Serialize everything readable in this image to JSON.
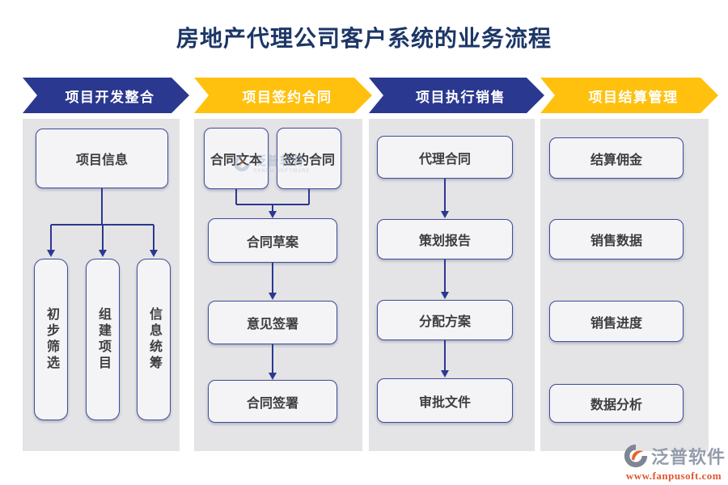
{
  "title": "房地产代理公司客户系统的业务流程",
  "colors": {
    "title": "#1c3667",
    "banner_navy": "#2b3890",
    "banner_gold": "#ffc10e",
    "panel_gray": "#e4e4e6",
    "node_fill": "#f4f4f6",
    "node_border": "#3f4c9c",
    "node_text": "#3d3d40",
    "arrow": "#2b3890",
    "logo_gray": "#949cab",
    "logo_orange": "#e8622c",
    "url_red": "#e2552f"
  },
  "columns": [
    {
      "header": "项目开发整合",
      "boxes": [
        "项目信息",
        "初步筛选",
        "组建项目",
        "信息统筹"
      ]
    },
    {
      "header": "项目签约合同",
      "boxes": [
        "合同文本",
        "签约合同",
        "合同草案",
        "意见签署",
        "合同签署"
      ]
    },
    {
      "header": "项目执行销售",
      "boxes": [
        "代理合同",
        "策划报告",
        "分配方案",
        "审批文件"
      ]
    },
    {
      "header": "项目结算管理",
      "boxes": [
        "结算佣金",
        "销售数据",
        "销售进度",
        "数据分析"
      ]
    }
  ],
  "watermark": {
    "text": "泛普软件",
    "subtext": "FANPU SOFTWARE"
  },
  "logo": {
    "name": "泛普软件",
    "url": "www.fanpusoft.com"
  }
}
